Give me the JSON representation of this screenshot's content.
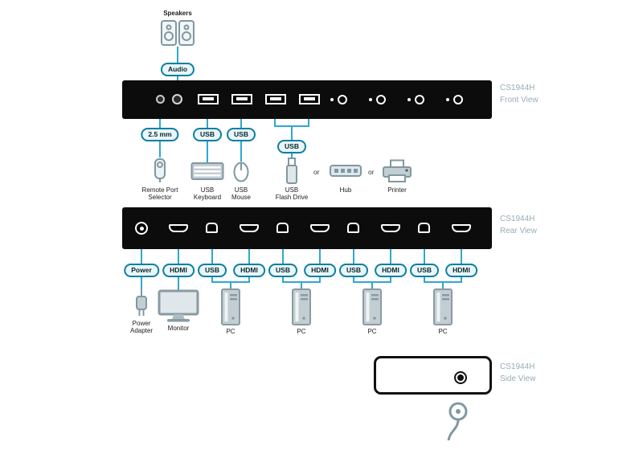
{
  "colors": {
    "accent": "#2fa8cf",
    "pill_border": "#0d7f9f",
    "pill_fill": "#e9f6fb",
    "panel": "#0c0c0c",
    "icon_gray": "#7f98a1",
    "view_label": "#96adb5"
  },
  "top": {
    "speakers": "Speakers",
    "audio": "Audio"
  },
  "front": {
    "model": "CS1944H",
    "view": "Front View"
  },
  "rear": {
    "model": "CS1944H",
    "view": "Rear View"
  },
  "side": {
    "model": "CS1944H",
    "view": "Side View"
  },
  "front_breakout": {
    "jack_pill": "2.5 mm",
    "kb_pill": "USB",
    "mouse_pill": "USB",
    "flash_pill": "USB",
    "remote1": "Remote Port",
    "remote2": "Selector",
    "kb1": "USB",
    "kb2": "Keyboard",
    "mouse1": "USB",
    "mouse2": "Mouse",
    "flash1": "USB",
    "flash2": "Flash Drive",
    "or1": "or",
    "or2": "or",
    "hub": "Hub",
    "printer": "Printer"
  },
  "rear_breakout": {
    "pills": [
      "Power",
      "HDMI",
      "USB",
      "HDMI",
      "USB",
      "HDMI",
      "USB",
      "HDMI",
      "USB",
      "HDMI"
    ],
    "adapter1": "Power",
    "adapter2": "Adapter",
    "monitor": "Monitor",
    "pcs": [
      "PC",
      "PC",
      "PC",
      "PC"
    ]
  }
}
